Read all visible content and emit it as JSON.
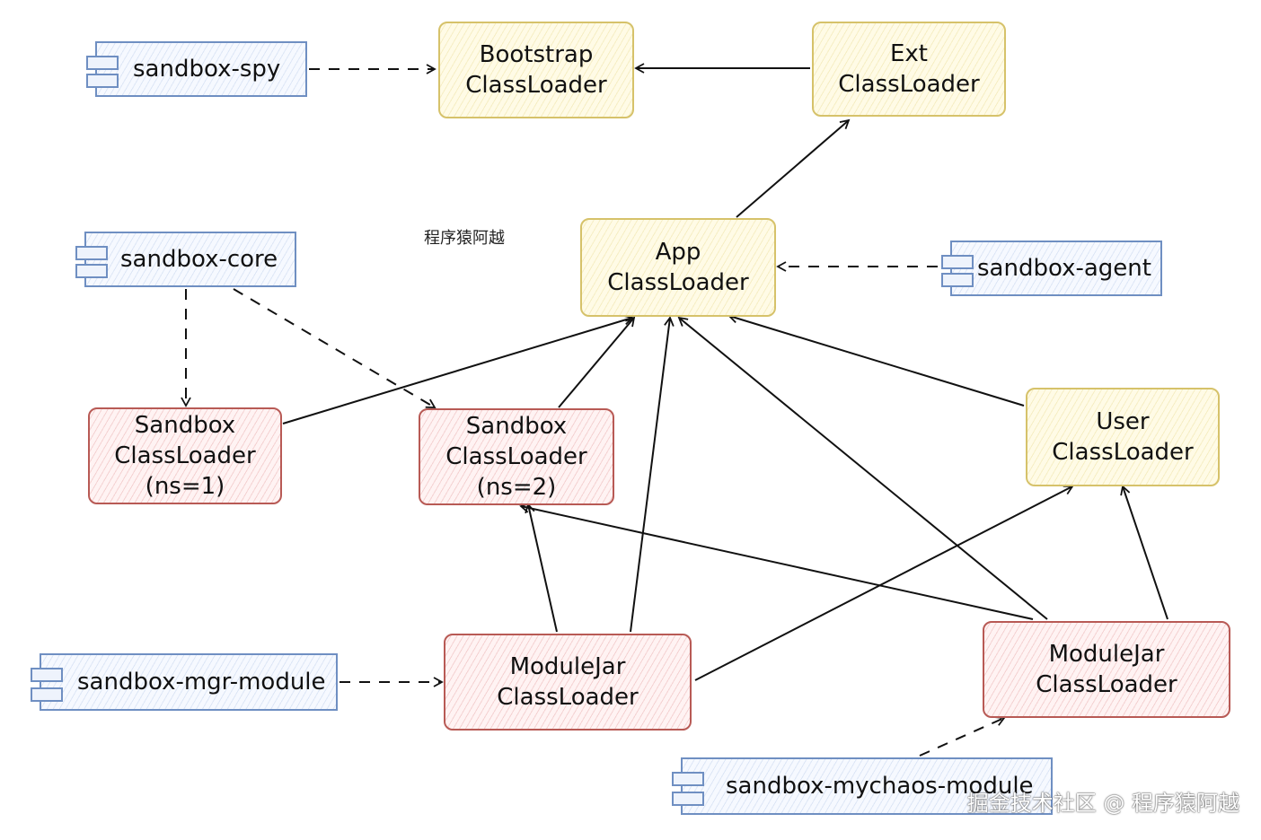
{
  "nodes": {
    "bootstrap": {
      "line1": "Bootstrap",
      "line2": "ClassLoader"
    },
    "ext": {
      "line1": "Ext",
      "line2": "ClassLoader"
    },
    "app": {
      "line1": "App",
      "line2": "ClassLoader"
    },
    "user": {
      "line1": "User",
      "line2": "ClassLoader"
    },
    "sandbox1": {
      "line1": "Sandbox",
      "line2": "ClassLoader",
      "line3": "(ns=1)"
    },
    "sandbox2": {
      "line1": "Sandbox",
      "line2": "ClassLoader",
      "line3": "(ns=2)"
    },
    "modulejar1": {
      "line1": "ModuleJar",
      "line2": "ClassLoader"
    },
    "modulejar2": {
      "line1": "ModuleJar",
      "line2": "ClassLoader"
    }
  },
  "components": {
    "spy": "sandbox-spy",
    "core": "sandbox-core",
    "agent": "sandbox-agent",
    "mgr": "sandbox-mgr-module",
    "mychaos": "sandbox-mychaos-module"
  },
  "annotation": "程序猿阿越",
  "watermark": "掘金技术社区 @ 程序猿阿越",
  "colors": {
    "classloader_system": "#d6c26a",
    "classloader_sandbox": "#b85a55",
    "component": "#6f8fc2",
    "edge": "#111111"
  },
  "edges": [
    {
      "from": "sandbox-spy",
      "to": "Bootstrap ClassLoader",
      "style": "dashed"
    },
    {
      "from": "Ext ClassLoader",
      "to": "Bootstrap ClassLoader",
      "style": "solid"
    },
    {
      "from": "App ClassLoader",
      "to": "Ext ClassLoader",
      "style": "solid"
    },
    {
      "from": "sandbox-agent",
      "to": "App ClassLoader",
      "style": "dashed"
    },
    {
      "from": "sandbox-core",
      "to": "Sandbox ClassLoader (ns=1)",
      "style": "dashed"
    },
    {
      "from": "sandbox-core",
      "to": "Sandbox ClassLoader (ns=2)",
      "style": "dashed"
    },
    {
      "from": "Sandbox ClassLoader (ns=1)",
      "to": "App ClassLoader",
      "style": "solid"
    },
    {
      "from": "Sandbox ClassLoader (ns=2)",
      "to": "App ClassLoader",
      "style": "solid"
    },
    {
      "from": "User ClassLoader",
      "to": "App ClassLoader",
      "style": "solid"
    },
    {
      "from": "ModuleJar ClassLoader (left)",
      "to": "App ClassLoader",
      "style": "solid"
    },
    {
      "from": "ModuleJar ClassLoader (left)",
      "to": "Sandbox ClassLoader (ns=2)",
      "style": "solid"
    },
    {
      "from": "ModuleJar ClassLoader (left)",
      "to": "User ClassLoader",
      "style": "solid"
    },
    {
      "from": "ModuleJar ClassLoader (right)",
      "to": "App ClassLoader",
      "style": "solid"
    },
    {
      "from": "ModuleJar ClassLoader (right)",
      "to": "Sandbox ClassLoader (ns=2)",
      "style": "solid"
    },
    {
      "from": "ModuleJar ClassLoader (right)",
      "to": "User ClassLoader",
      "style": "solid"
    },
    {
      "from": "sandbox-mgr-module",
      "to": "ModuleJar ClassLoader (left)",
      "style": "dashed"
    },
    {
      "from": "sandbox-mychaos-module",
      "to": "ModuleJar ClassLoader (right)",
      "style": "dashed"
    }
  ]
}
